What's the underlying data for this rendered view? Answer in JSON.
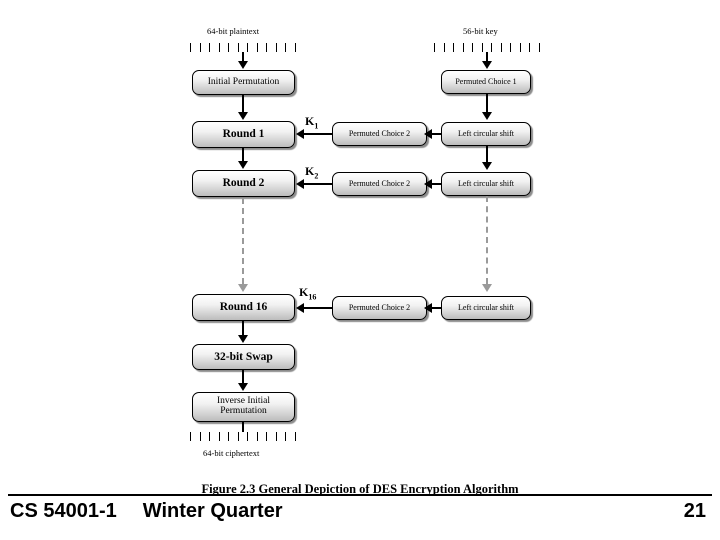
{
  "slide": {
    "footer_left_course": "CS 54001-1",
    "footer_left_term": "Winter Quarter",
    "page_number": "21"
  },
  "figure": {
    "caption": "Figure 2.3  General Depiction of DES Encryption Algorithm",
    "labels": {
      "plaintext": "64-bit plaintext",
      "key": "56-bit key",
      "ciphertext": "64-bit ciphertext"
    },
    "left_column": [
      {
        "id": "initial-permutation",
        "label": "Initial Permutation"
      },
      {
        "id": "round-1",
        "label": "Round 1"
      },
      {
        "id": "round-2",
        "label": "Round 2"
      },
      {
        "id": "round-16",
        "label": "Round 16"
      },
      {
        "id": "swap-32",
        "label": "32-bit Swap"
      },
      {
        "id": "inverse-initial-permutation",
        "label": "Inverse Initial\nPermutation"
      }
    ],
    "middle_column": [
      {
        "id": "permuted-choice-2-k1",
        "label": "Permuted Choice 2"
      },
      {
        "id": "permuted-choice-2-k2",
        "label": "Permuted Choice 2"
      },
      {
        "id": "permuted-choice-2-k16",
        "label": "Permuted Choice 2"
      }
    ],
    "right_column": [
      {
        "id": "permuted-choice-1",
        "label": "Permuted Choice 1"
      },
      {
        "id": "left-circular-shift-1",
        "label": "Left circular shift"
      },
      {
        "id": "left-circular-shift-2",
        "label": "Left circular shift"
      },
      {
        "id": "left-circular-shift-16",
        "label": "Left circular shift"
      }
    ],
    "subkeys": [
      {
        "id": "k1",
        "base": "K",
        "sub": "1"
      },
      {
        "id": "k2",
        "base": "K",
        "sub": "2"
      },
      {
        "id": "k16",
        "base": "K",
        "sub": "16"
      }
    ]
  }
}
